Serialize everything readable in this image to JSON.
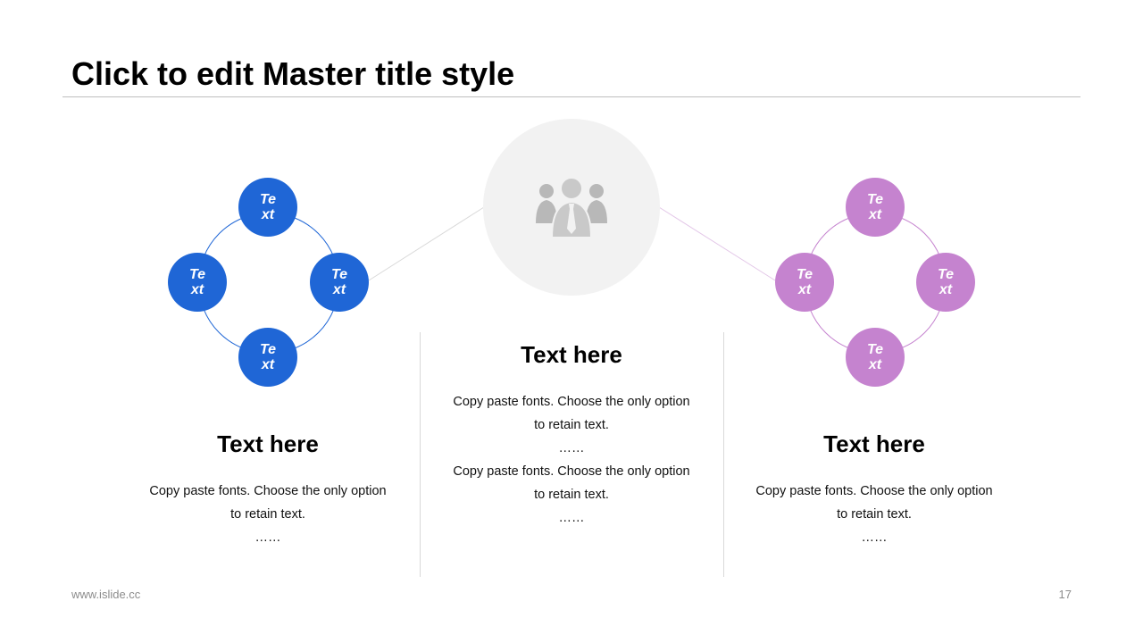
{
  "slide": {
    "title": "Click to edit Master title style",
    "footer_url": "www.islide.cc",
    "page_number": "17"
  },
  "colors": {
    "left_accent": "#1f66d6",
    "right_accent": "#c583cf",
    "hub": "#f2f2f2"
  },
  "hub": {
    "icon": "team-icon"
  },
  "left_cluster": {
    "nodes": [
      {
        "line1": "Te",
        "line2": "xt"
      },
      {
        "line1": "Te",
        "line2": "xt"
      },
      {
        "line1": "Te",
        "line2": "xt"
      },
      {
        "line1": "Te",
        "line2": "xt"
      }
    ],
    "heading": "Text here",
    "body": [
      "Copy paste fonts. Choose the only option",
      "to retain text.",
      "……"
    ]
  },
  "center": {
    "heading": "Text here",
    "body": [
      "Copy paste fonts. Choose the only option",
      "to retain text.",
      "……",
      "Copy paste fonts. Choose the only option",
      "to retain text.",
      "……"
    ]
  },
  "right_cluster": {
    "nodes": [
      {
        "line1": "Te",
        "line2": "xt"
      },
      {
        "line1": "Te",
        "line2": "xt"
      },
      {
        "line1": "Te",
        "line2": "xt"
      },
      {
        "line1": "Te",
        "line2": "xt"
      }
    ],
    "heading": "Text here",
    "body": [
      "Copy paste fonts. Choose the only option",
      "to retain text.",
      "……"
    ]
  }
}
